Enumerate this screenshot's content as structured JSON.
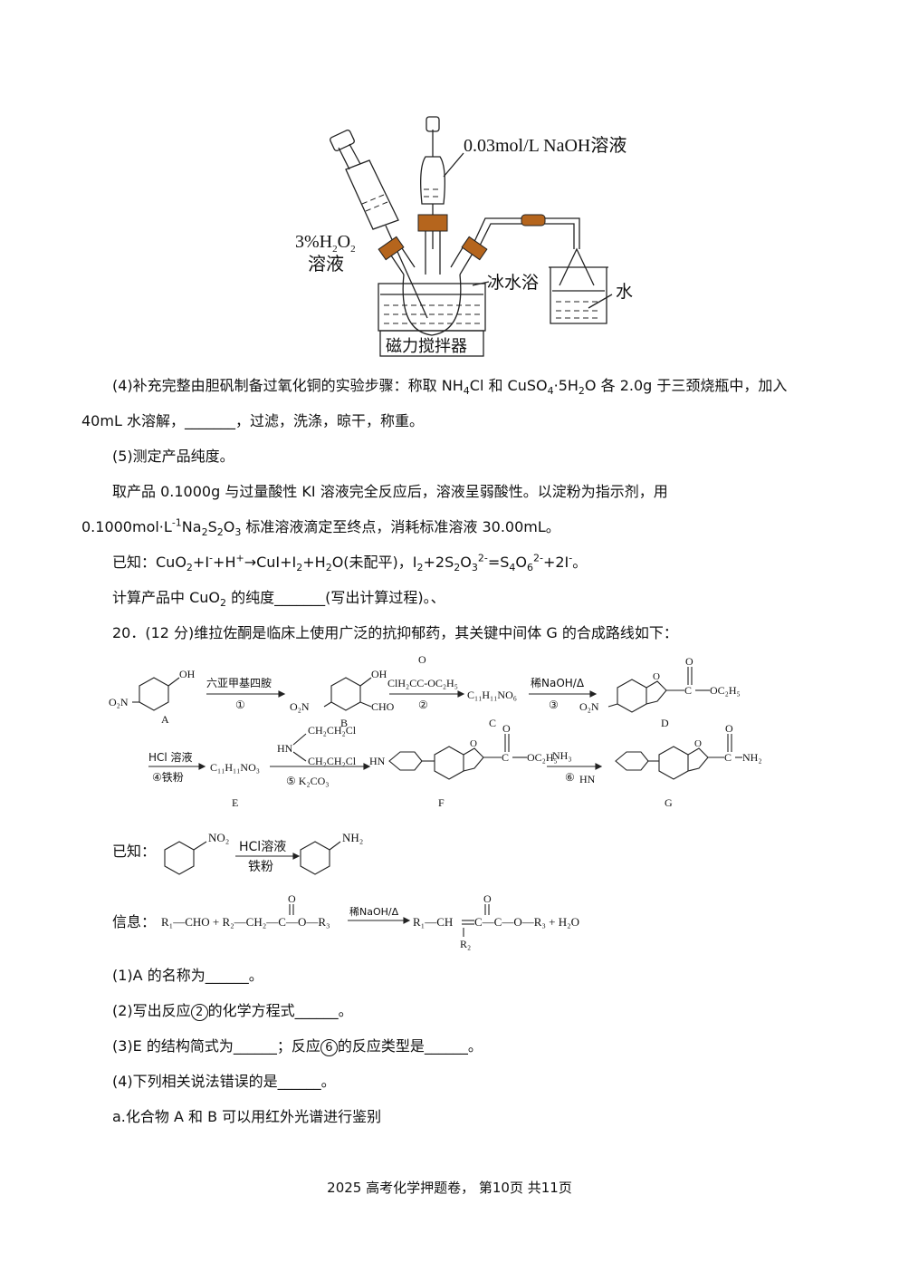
{
  "apparatus": {
    "label_naoh": "0.03mol/L NaOH溶液",
    "label_h2o2_a": "3%H",
    "label_h2o2_sub1": "2",
    "label_h2o2_b": "O",
    "label_h2o2_sub2": "2",
    "label_h2o2_c": "溶液",
    "label_ice": "冰水浴",
    "label_water": "水",
    "label_stirrer": "磁力搅拌器"
  },
  "q4": {
    "line1_a": "(4)补充完整由胆矾制备过氧化铜的实验步骤：称取 NH",
    "line1_sub1": "4",
    "line1_b": "Cl 和 CuSO",
    "line1_sub2": "4",
    "line1_c": "·5H",
    "line1_sub3": "2",
    "line1_d": "O 各 2.0g 于三颈烧瓶中，加入",
    "line2": "40mL 水溶解，_______，过滤，洗涤，晾干，称重。"
  },
  "q5": {
    "title": "(5)测定产品纯度。",
    "line1": "取产品 0.1000g 与过量酸性 KI 溶液完全反应后，溶液呈弱酸性。以淀粉为指示剂，用",
    "line2_a": "0.1000mol·L",
    "line2_sup": "-1",
    "line2_b": "Na",
    "line2_sub1": "2",
    "line2_c": "S",
    "line2_sub2": "2",
    "line2_d": "O",
    "line2_sub3": "3",
    "line2_e": " 标准溶液滴定至终点，消耗标准溶液 30.00mL。",
    "known_a": "已知：CuO",
    "known_sub1": "2",
    "known_b": "+I",
    "known_sup1": "-",
    "known_c": "+H",
    "known_sup2": "+",
    "known_d": "→CuI+I",
    "known_sub2": "2",
    "known_e": "+H",
    "known_sub3": "2",
    "known_f": "O(未配平)，I",
    "known_sub4": "2",
    "known_g": "+2S",
    "known_sub5": "2",
    "known_h": "O",
    "known_sub6": "3",
    "known_sup3": "2-",
    "known_i": "=S",
    "known_sub7": "4",
    "known_j": "O",
    "known_sub8": "6",
    "known_sup4": "2-",
    "known_k": "+2I",
    "known_sup5": "-",
    "known_l": "。",
    "calc_a": "计算产品中 CuO",
    "calc_sub": "2",
    "calc_b": " 的纯度_______(写出计算过程)。、"
  },
  "q20": {
    "title": "20．(12 分)维拉佐酮是临床上使用广泛的抗抑郁药，其关键中间体 G 的合成路线如下："
  },
  "scheme": {
    "A": "A",
    "B": "B",
    "C": "C",
    "D": "D",
    "E": "E",
    "F": "F",
    "G": "G",
    "oh": "OH",
    "o2n": "O₂N",
    "cho": "CHO",
    "r1_top": "六亚甲基四胺",
    "r1_num": "①",
    "r2_top": "ClH₂CC-OC₂H₅",
    "r2_num": "②",
    "C_formula": "C₁₁H₁₁NO₆",
    "r3_top": "稀NaOH/Δ",
    "r3_num": "③",
    "oc2h5": "OC₂H₅",
    "r4_top": "HCl 溶液",
    "r4_bot": "④铁粉",
    "E_formula": "C₁₁H₁₁NO₃",
    "r5_hn": "HN",
    "r5_ch1": "CH₂CH₂Cl",
    "r5_ch2": "CH₂CH₂Cl",
    "r5_bot": "⑤ K₂CO₃",
    "r6_top": "NH₃",
    "r6_num": "⑥",
    "hn": "HN",
    "n": "N",
    "o": "O",
    "c": "C",
    "nh2": "NH₂"
  },
  "known2": {
    "label": "已知：",
    "no2": "NO₂",
    "cond_top": "HCl溶液",
    "cond_bot": "铁粉",
    "nh2": "NH₂"
  },
  "info": {
    "label": "信息：",
    "left": "R₁—CHO + R₂—CH₂—C—O—R₃",
    "cond": "稀NaOH/Δ",
    "right": "R₁—CH",
    "right_b": "C—C—O—R₃ + H₂O",
    "r2": "R₂",
    "o": "O"
  },
  "questions": {
    "q1": "(1)A 的名称为______。",
    "q2_a": "(2)写出反应",
    "q2_num": "2",
    "q2_b": "的化学方程式______。",
    "q3_a": "(3)E 的结构简式为______；反应",
    "q3_num": "6",
    "q3_b": "的反应类型是______。",
    "q4": "(4)下列相关说法错误的是______。",
    "qa": "a.化合物 A 和 B 可以用红外光谱进行鉴别"
  },
  "footer": "2025 高考化学押题卷， 第10页 共11页"
}
